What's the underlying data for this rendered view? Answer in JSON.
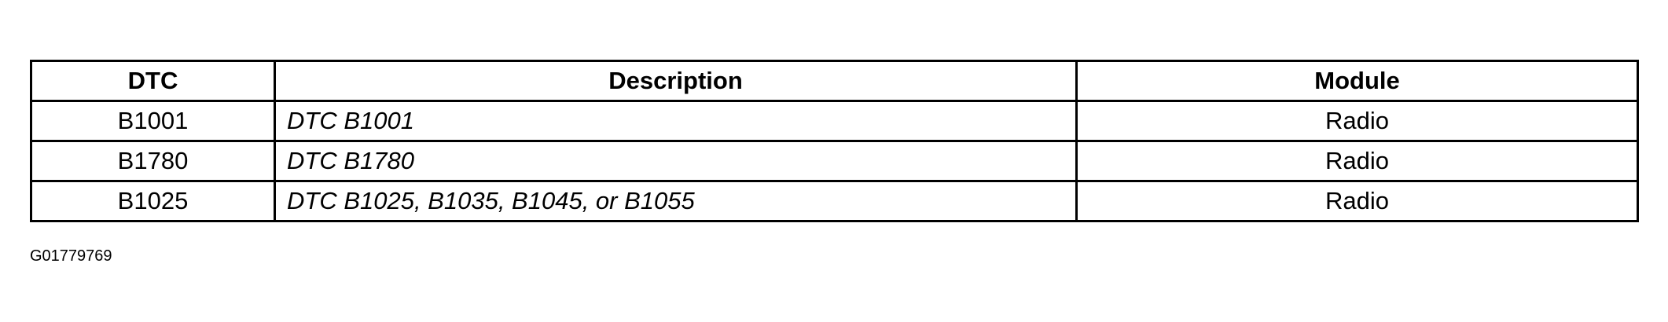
{
  "table": {
    "headers": {
      "dtc": "DTC",
      "description": "Description",
      "module": "Module"
    },
    "rows": [
      {
        "dtc": "B1001",
        "description": "DTC B1001",
        "module": "Radio"
      },
      {
        "dtc": "B1780",
        "description": "DTC B1780",
        "module": "Radio"
      },
      {
        "dtc": "B1025",
        "description": "DTC B1025, B1035, B1045, or B1055",
        "module": "Radio"
      }
    ]
  },
  "figure_id": "G01779769"
}
